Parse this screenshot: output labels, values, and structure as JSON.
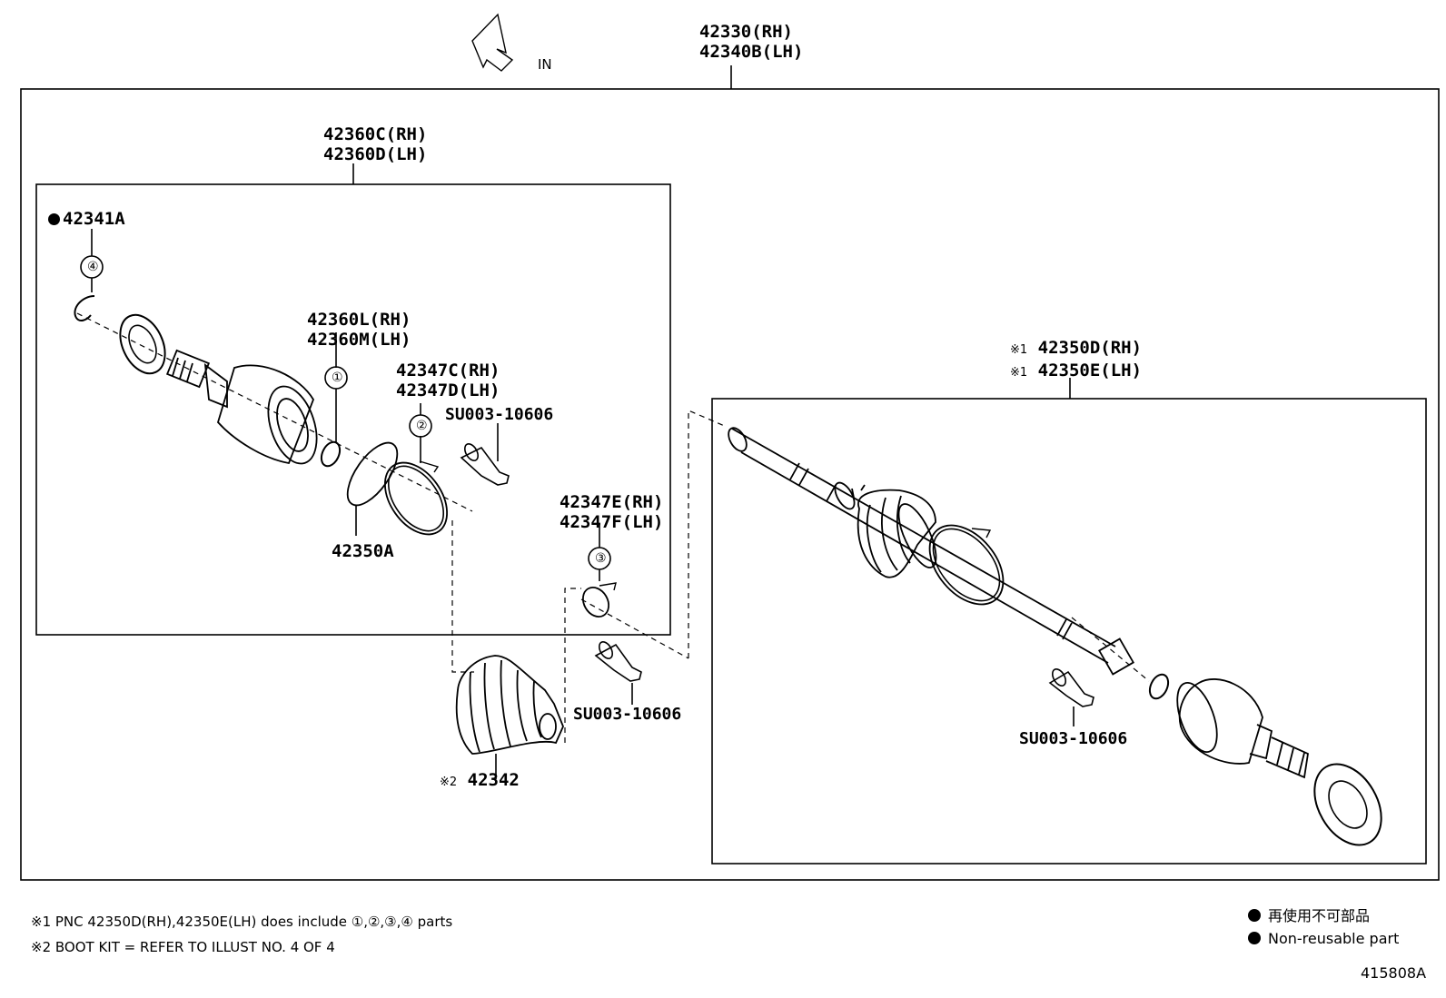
{
  "diagram": {
    "direction_label": "IN",
    "assembly": {
      "rh": "42330(RH)",
      "lh": "42340B(LH)"
    },
    "inner_joint": {
      "rh": "42360C(RH)",
      "lh": "42360D(LH)"
    },
    "part_42341A": "42341A",
    "snap_ring": {
      "rh": "42360L(RH)",
      "lh": "42360M(LH)"
    },
    "boot_clamp_large": {
      "rh": "42347C(RH)",
      "lh": "42347D(LH)"
    },
    "boot_clamp_small": {
      "rh": "42347E(RH)",
      "lh": "42347F(LH)"
    },
    "grease_tube": "SU003-10606",
    "ring_42350A": "42350A",
    "boot_kit": {
      "mark": "※2",
      "code": "42342"
    },
    "outer_joint": {
      "mark": "※1",
      "rh": "42350D(RH)",
      "lh": "42350E(LH)"
    },
    "circle_numbers": [
      "①",
      "②",
      "③",
      "④"
    ]
  },
  "notes": {
    "note1": "※1 PNC 42350D(RH),42350E(LH) does include ①,②,③,④ parts",
    "note2": "※2 BOOT KIT = REFER TO ILLUST NO. 4 OF 4"
  },
  "legend": {
    "jp": "再使用不可部品",
    "en": "Non-reusable part"
  },
  "illust_number": "415808A"
}
